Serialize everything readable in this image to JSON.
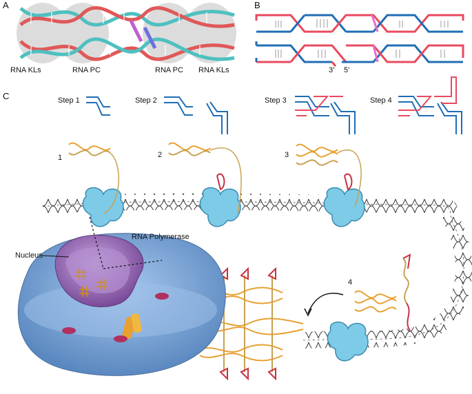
{
  "panels": {
    "a": "A",
    "b": "B",
    "c": "C"
  },
  "panel_a": {
    "labels": [
      "RNA KLs",
      "RNA PC",
      "RNA PC",
      "RNA KLs"
    ]
  },
  "panel_b": {
    "end3": "3’",
    "end5": "5’",
    "colors": {
      "red": "#e84a5f",
      "blue": "#1f6db5",
      "pink": "#e86ccf"
    }
  },
  "steps": [
    "Step 1",
    "Step 2",
    "Step 3",
    "Step 4"
  ],
  "stages": [
    "1",
    "2",
    "3",
    "4"
  ],
  "labels": {
    "polymerase": "RNA Polymerase",
    "nucleus": "Nucleus"
  },
  "colors": {
    "rna_orange": "#e8a030",
    "rna_tan": "#c8a050",
    "rna_red": "#c83040",
    "polymerase": "#7ecbe8",
    "cell": "#7aa8d8",
    "nucleus": "#9a6ab8"
  }
}
